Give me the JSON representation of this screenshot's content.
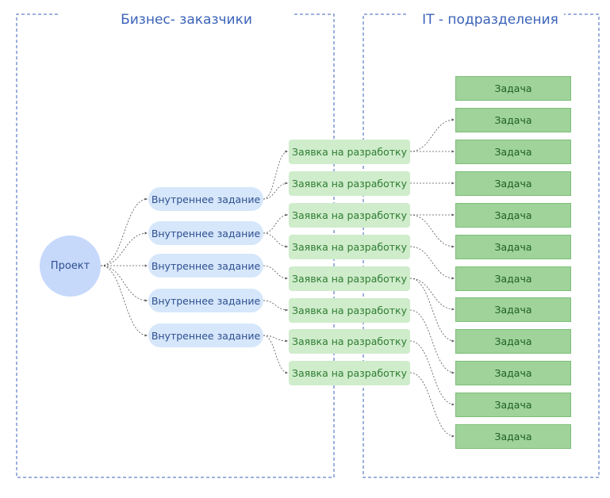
{
  "groups": {
    "business_title": "Бизнес- заказчики",
    "it_title": "IT - подразделения"
  },
  "project": {
    "label": "Проект"
  },
  "internal_tasks": [
    {
      "label": "Внутреннее задание"
    },
    {
      "label": "Внутреннее задание"
    },
    {
      "label": "Внутреннее задание"
    },
    {
      "label": "Внутреннее задание"
    },
    {
      "label": "Внутреннее задание"
    }
  ],
  "requests": [
    {
      "label": "Заявка на разработку"
    },
    {
      "label": "Заявка на разработку"
    },
    {
      "label": "Заявка на разработку"
    },
    {
      "label": "Заявка на разработку"
    },
    {
      "label": "Заявка на разработку"
    },
    {
      "label": "Заявка на разработку"
    },
    {
      "label": "Заявка на разработку"
    },
    {
      "label": "Заявка на разработку"
    }
  ],
  "tasks": [
    {
      "label": "Задача"
    },
    {
      "label": "Задача"
    },
    {
      "label": "Задача"
    },
    {
      "label": "Задача"
    },
    {
      "label": "Задача"
    },
    {
      "label": "Задача"
    },
    {
      "label": "Задача"
    },
    {
      "label": "Задача"
    },
    {
      "label": "Задача"
    },
    {
      "label": "Задача"
    },
    {
      "label": "Задача"
    },
    {
      "label": "Задача"
    }
  ],
  "colors": {
    "group_border": "#3b63b8",
    "connector": "#555555"
  }
}
